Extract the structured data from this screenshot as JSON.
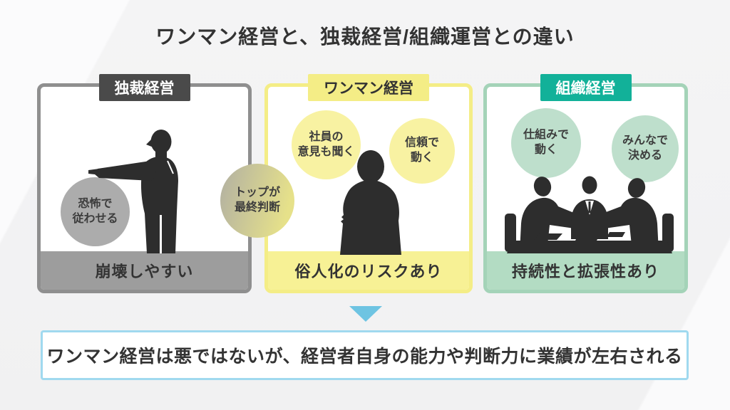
{
  "title": "ワンマン経営と、独裁経営/組織運営との違い",
  "cards": [
    {
      "badge": "独裁経営",
      "bubbles": [
        "恐怖で\n従わせる"
      ],
      "footer": "崩壊しやすい",
      "icon": "pointing-man-silhouette",
      "accent_color": "#8f8f8f",
      "badge_color": "#4a4a4a"
    },
    {
      "badge": "ワンマン経営",
      "bubbles": [
        "社員の\n意見も聞く",
        "信頼で\n動く"
      ],
      "footer": "俗人化のリスクあり",
      "icon": "crossed-arms-person-silhouette",
      "accent_color": "#f4ed86",
      "badge_color": "#f4ed86"
    },
    {
      "badge": "組織経営",
      "bubbles": [
        "仕組みで\n動く",
        "みんなで\n決める"
      ],
      "footer": "持続性と拡張性あり",
      "icon": "meeting-team-silhouette",
      "accent_color": "#a4d3b8",
      "badge_color": "#12b199"
    }
  ],
  "bridge_bubble": "トップが\n最終判断",
  "arrow": {
    "icon": "down-arrow",
    "color": "#6ec4e2"
  },
  "conclusion": "ワンマン経営は悪ではないが、経営者自身の能力や判断力に業績が左右される",
  "colors": {
    "title_text": "#333333",
    "silhouette": "#2d2d2d",
    "banner_border": "#a0d9ef",
    "gray_bubble": "#acacac",
    "yellow_bubble": "#f8f2a2",
    "green_bubble": "#bedfcc"
  }
}
